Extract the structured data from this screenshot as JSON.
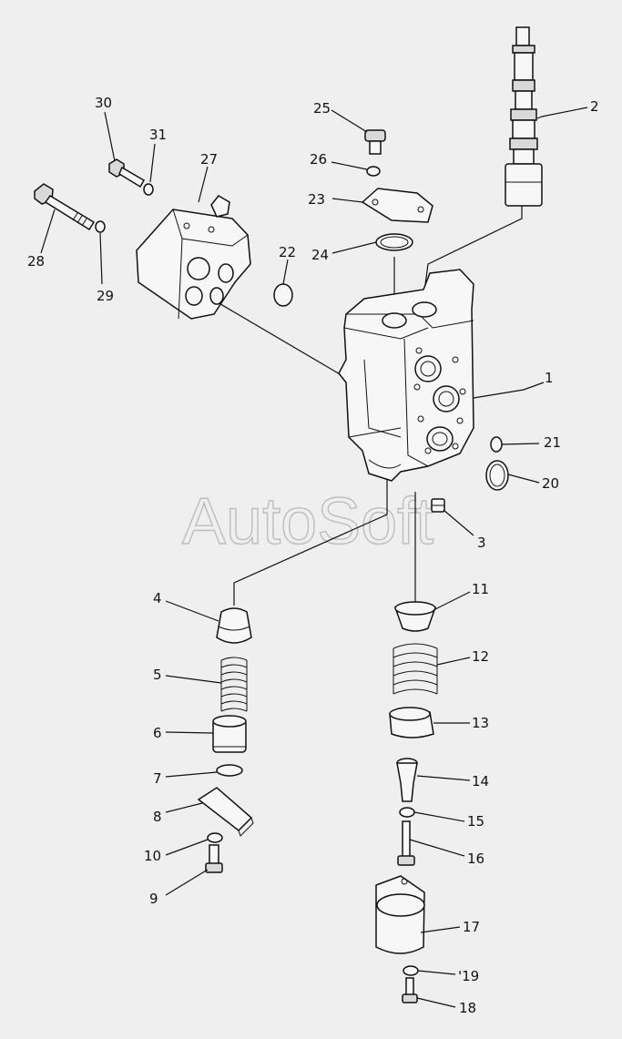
{
  "watermark": "AutoSoft",
  "labels": {
    "l1": "1",
    "l2": "2",
    "l3": "3",
    "l4": "4",
    "l5": "5",
    "l6": "6",
    "l7": "7",
    "l8": "8",
    "l9": "9",
    "l10": "10",
    "l11": "11",
    "l12": "12",
    "l13": "13",
    "l14": "14",
    "l15": "15",
    "l16": "16",
    "l17": "17",
    "l18": "18",
    "l19": "'19",
    "l20": "20",
    "l21": "21",
    "l22": "22",
    "l23": "23",
    "l24": "24",
    "l25": "25",
    "l26": "26",
    "l27": "27",
    "l28": "28",
    "l29": "29",
    "l30": "30",
    "l31": "31"
  }
}
